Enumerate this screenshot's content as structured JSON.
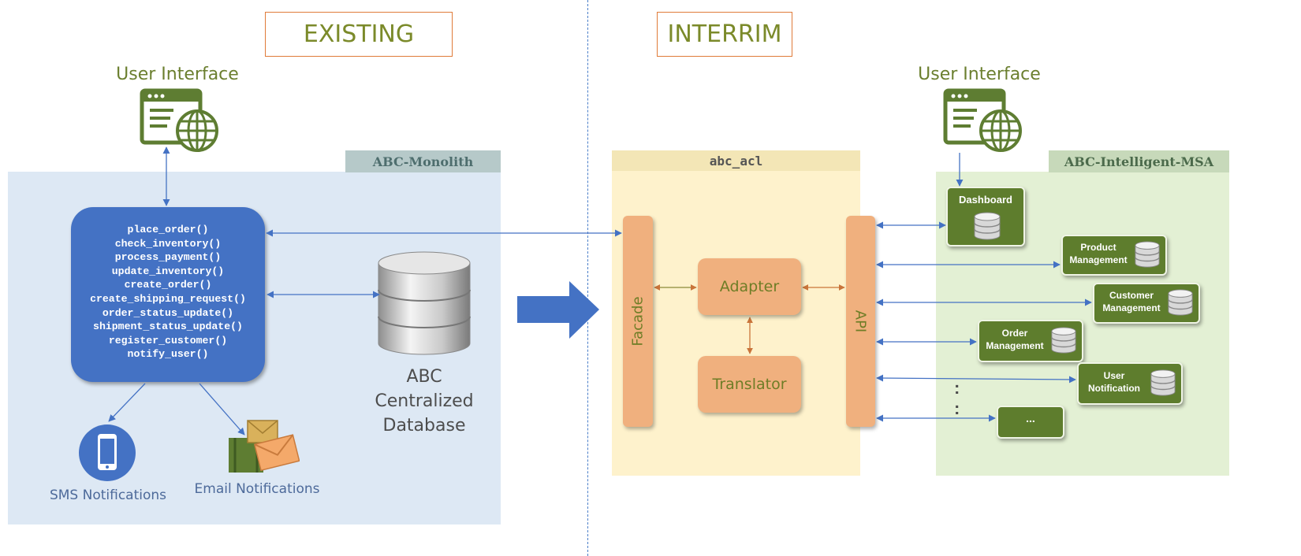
{
  "headings": {
    "existing": "EXISTING",
    "interim": "INTERRIM"
  },
  "existing": {
    "ui_title": "User Interface",
    "region_label": "ABC-Monolith",
    "functions": [
      "place_order()",
      "check_inventory()",
      "process_payment()",
      "update_inventory()",
      "create_order()",
      "create_shipping_request()",
      "order_status_update()",
      "shipment_status_update()",
      "register_customer()",
      "notify_user()"
    ],
    "database_caption": [
      "ABC",
      "Centralized",
      "Database"
    ],
    "sms_caption": "SMS Notifications",
    "email_caption": "Email Notifications"
  },
  "interim": {
    "acl_label": "abc_acl",
    "facade": "Facade",
    "adapter": "Adapter",
    "translator": "Translator",
    "api": "API",
    "ui_title": "User Interface",
    "msa_label": "ABC-Intelligent-MSA",
    "services": {
      "dashboard": "Dashboard",
      "product": [
        "Product",
        "Management"
      ],
      "customer": [
        "Customer",
        "Management"
      ],
      "order": [
        "Order",
        "Management"
      ],
      "user_notification": [
        "User",
        "Notification"
      ],
      "more": "..."
    },
    "ellipsis": ":"
  },
  "colors": {
    "arrow_blue": "#4472c4",
    "monolith_bg": "#dde8f4",
    "acl_bg": "#fef2cc",
    "msa_bg": "#e3f0d4",
    "orange": "#f0b07e",
    "service_green": "#5e7d2d",
    "icon_green": "#5e7d32",
    "heading_text": "#7b8a2a"
  },
  "icons": [
    "browser-globe-icon",
    "database-icon",
    "phone-icon",
    "envelope-icon",
    "small-database-icon"
  ]
}
